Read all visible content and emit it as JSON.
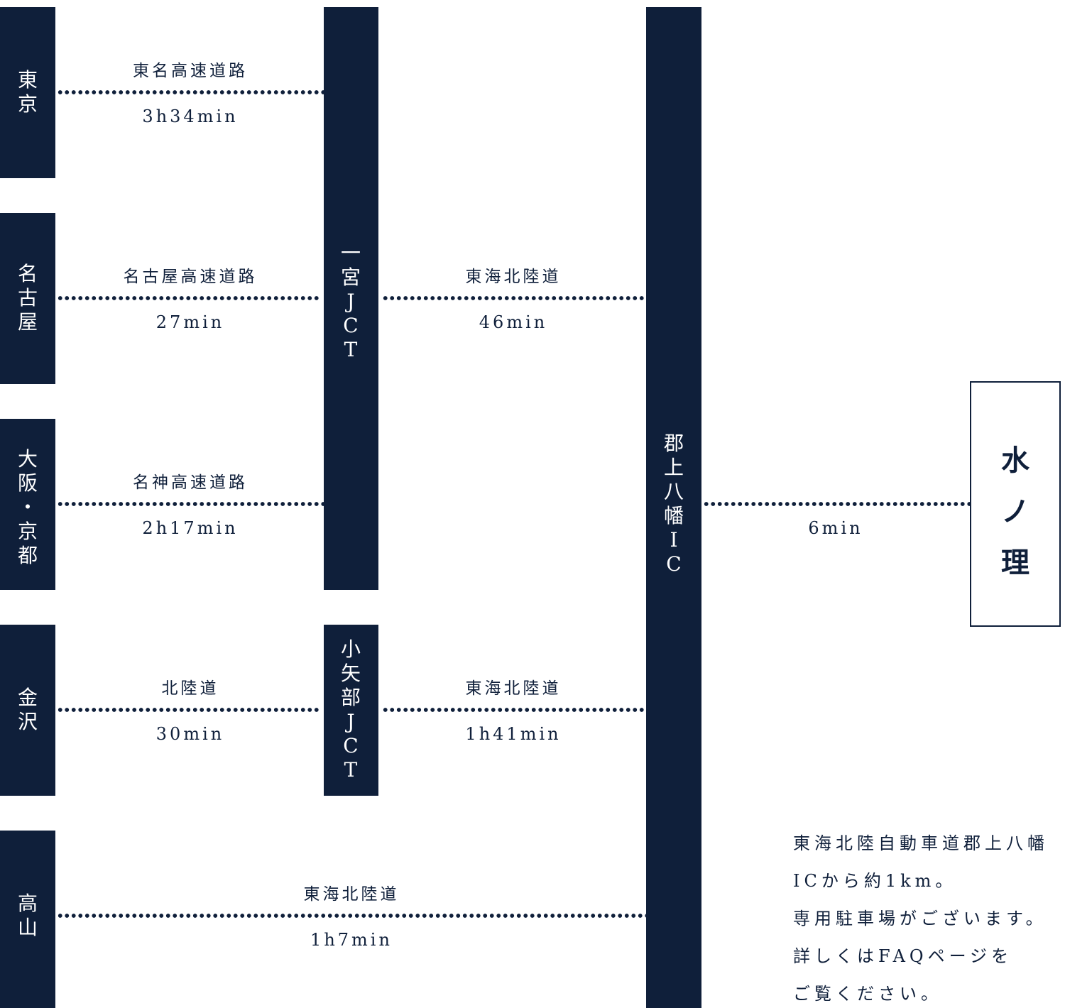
{
  "origins": {
    "tokyo": "東京",
    "nagoya": "名古屋",
    "osaka_kyoto": "大阪・京都",
    "kanazawa": "金沢",
    "takayama": "高山"
  },
  "junctions": {
    "ichinomiya": "一宮JCT",
    "oyabe": "小矢部JCT",
    "gujo": "郡上八幡IC"
  },
  "routes": {
    "tokyo_road": "東名高速道路",
    "tokyo_time": "3h34min",
    "nagoya_road": "名古屋高速道路",
    "nagoya_time": "27min",
    "osaka_road": "名神高速道路",
    "osaka_time": "2h17min",
    "kanazawa_road": "北陸道",
    "kanazawa_time": "30min",
    "takayama_road": "東海北陸道",
    "takayama_time": "1h7min",
    "ichinomiya_road": "東海北陸道",
    "ichinomiya_time": "46min",
    "oyabe_road": "東海北陸道",
    "oyabe_time": "1h41min",
    "gujo_time": "6min"
  },
  "destination": {
    "name": "水ノ理"
  },
  "note": {
    "line1": "東海北陸自動車道郡上八幡",
    "line2": "ICから約1km。",
    "line3": "専用駐車場がございます。",
    "line4": "詳しくはFAQページを",
    "line5": "ご覧ください。"
  },
  "colors": {
    "navy": "#0f1f3a",
    "background": "#ffffff"
  }
}
